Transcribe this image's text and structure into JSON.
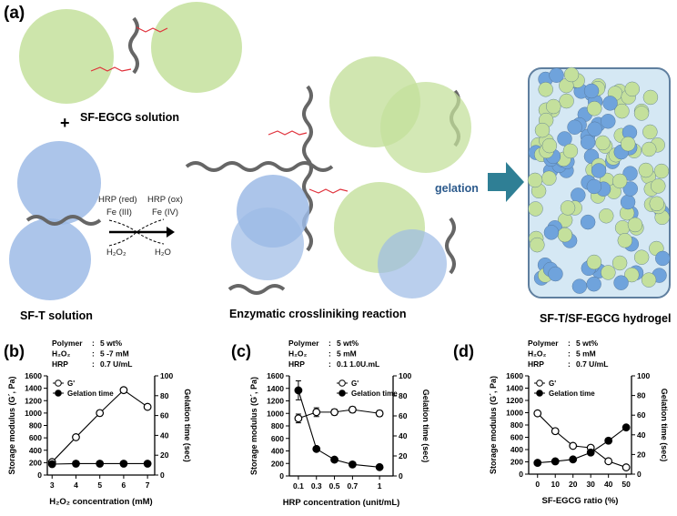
{
  "figure": {
    "panel_a_label": "(a)",
    "sf_egcg_label": "SF-EGCG solution",
    "plus": "+",
    "sf_t_label": "SF-T solution",
    "reaction_label": "Enzymatic crossliniking reaction",
    "hydrogel_label": "SF-T/SF-EGCG hydrogel",
    "gelation_label": "gelation",
    "hrp_red": "HRP (red)",
    "fe3": "Fe (III)",
    "hrp_ox": "HRP (ox)",
    "fe4": "Fe (IV)",
    "h2o2": "H₂O₂",
    "h2o": "H₂O",
    "colors": {
      "egcg_green": "#c4e09c",
      "tyramine_blue": "#9dbbe6",
      "gelation_text": "#2c5a8c",
      "arrow": "#2f7f95",
      "linker_red": "#e0303a"
    }
  },
  "chart_data": [
    {
      "type": "line",
      "panel": "(b)",
      "conditions": [
        [
          "Polymer",
          ":",
          "5 wt%"
        ],
        [
          "H₂O₂",
          ":",
          "5 -7 mM"
        ],
        [
          "HRP",
          ":",
          "0.7 U/mL"
        ]
      ],
      "xlabel": "H₂O₂ concentration (mM)",
      "ylabel": "Storage modulus (G´, Pa)",
      "y2label": "Gelation time (sec)",
      "x": [
        3,
        4,
        5,
        6,
        7
      ],
      "xticks": [
        "3",
        "4",
        "5",
        "6",
        "7"
      ],
      "xlim": [
        2.8,
        7.3
      ],
      "ylim": [
        0,
        1600
      ],
      "yticks": [
        0,
        200,
        400,
        600,
        800,
        1000,
        1200,
        1400,
        1600
      ],
      "y2lim": [
        0,
        100
      ],
      "y2ticks": [
        0,
        20,
        40,
        60,
        80,
        100
      ],
      "legend": "top-left",
      "series": [
        {
          "name": "G'",
          "axis": "left",
          "marker": "open-circle",
          "values": [
            210,
            610,
            1000,
            1370,
            1100
          ],
          "errors": [
            20,
            20,
            40,
            30,
            40
          ]
        },
        {
          "name": "Gelation time",
          "axis": "right",
          "marker": "filled-circle",
          "values": [
            11,
            11.5,
            11.5,
            11.5,
            11.5
          ],
          "errors": [
            0,
            0,
            0,
            0,
            0
          ]
        }
      ]
    },
    {
      "type": "line",
      "panel": "(c)",
      "conditions": [
        [
          "Polymer",
          ":",
          "5 wt%"
        ],
        [
          "H₂O₂",
          ":",
          "5 mM"
        ],
        [
          "HRP",
          ":",
          "0.1 1.0U.mL"
        ]
      ],
      "xlabel": "HRP concentration (unit/mL)",
      "ylabel": "Storage modulus (G´, Pa)",
      "y2label": "Gelation time (sec)",
      "x": [
        0.1,
        0.3,
        0.5,
        0.7,
        1
      ],
      "xticks": [
        "0.1",
        "0.3",
        "0.5",
        "0.7",
        "1"
      ],
      "xlim": [
        0.0,
        1.15
      ],
      "ylim": [
        0,
        1600
      ],
      "yticks": [
        0,
        200,
        400,
        600,
        800,
        1000,
        1200,
        1400,
        1600
      ],
      "y2lim": [
        0,
        100
      ],
      "y2ticks": [
        0,
        20,
        40,
        60,
        80,
        100
      ],
      "legend": "top-right",
      "series": [
        {
          "name": "G'",
          "axis": "left",
          "marker": "open-circle",
          "values": [
            920,
            1020,
            1020,
            1060,
            1000
          ],
          "errors": [
            70,
            70,
            45,
            45,
            45
          ]
        },
        {
          "name": "Gelation time",
          "axis": "right",
          "marker": "filled-circle",
          "values": [
            85.5,
            27,
            16.3,
            11.5,
            8.8
          ],
          "errors": [
            9.5,
            1.5,
            0.5,
            0.5,
            0.5
          ]
        }
      ]
    },
    {
      "type": "line",
      "panel": "(d)",
      "conditions": [
        [
          "Polymer",
          ":",
          "5 wt%"
        ],
        [
          "H₂O₂",
          ":",
          "5 mM"
        ],
        [
          "HRP",
          ":",
          "0.7 U/mL"
        ]
      ],
      "xlabel": "SF-EGCG ratio (%)",
      "ylabel": "Storage modulus (G´, Pa)",
      "y2label": "Gelation time (sec)",
      "x": [
        0,
        10,
        20,
        30,
        40,
        50
      ],
      "xticks": [
        "0",
        "10",
        "20",
        "30",
        "40",
        "50"
      ],
      "xlim": [
        -5,
        53
      ],
      "ylim": [
        0,
        1600
      ],
      "yticks": [
        0,
        200,
        400,
        600,
        800,
        1000,
        1200,
        1400,
        1600
      ],
      "y2lim": [
        0,
        100
      ],
      "y2ticks": [
        0,
        20,
        40,
        60,
        80,
        100
      ],
      "legend": "top-left",
      "series": [
        {
          "name": "G'",
          "axis": "left",
          "marker": "open-circle",
          "values": [
            990,
            700,
            460,
            430,
            210,
            110
          ],
          "errors": [
            40,
            30,
            20,
            20,
            40,
            15
          ]
        },
        {
          "name": "Gelation time",
          "axis": "right",
          "marker": "filled-circle",
          "values": [
            11.5,
            13,
            15,
            22,
            34,
            47.5
          ],
          "errors": [
            0.5,
            0.5,
            0.5,
            0.8,
            0.8,
            0.8
          ]
        }
      ]
    }
  ]
}
